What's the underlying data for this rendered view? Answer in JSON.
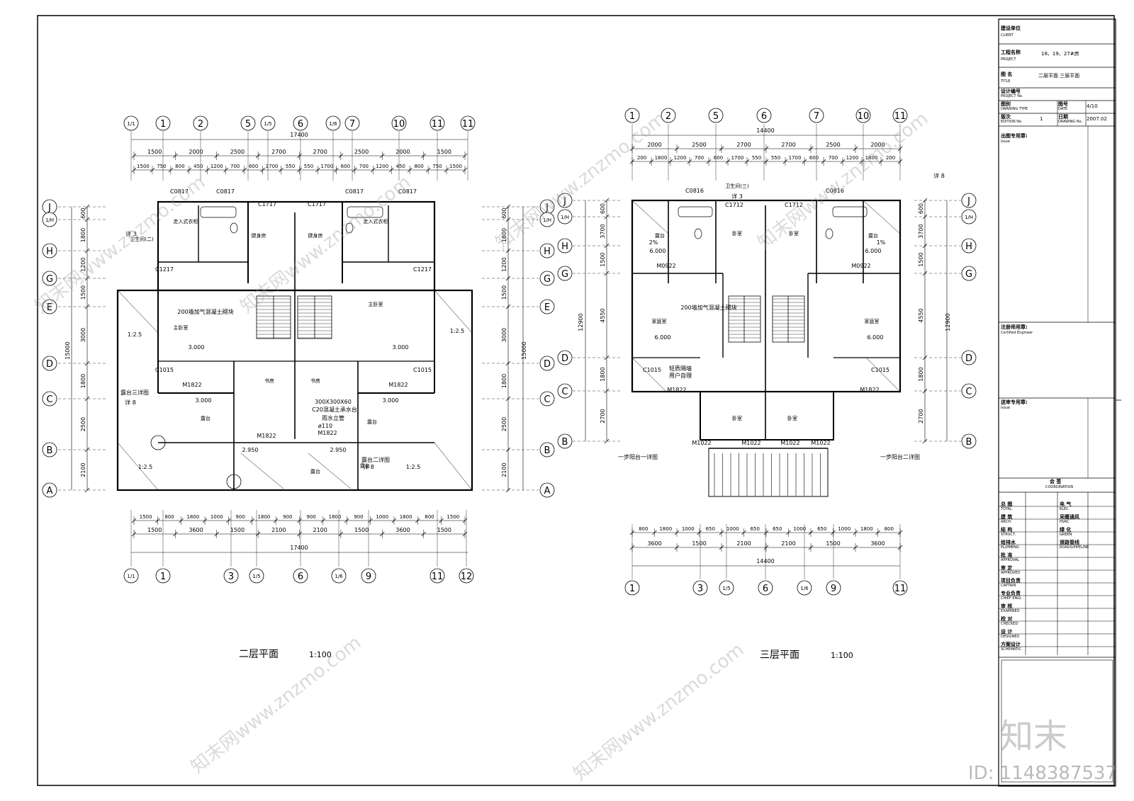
{
  "title_block": {
    "client_label": "建设单位",
    "client_sub": "CLIENT",
    "project_label": "工程名称",
    "project_sub": "PROJECT",
    "project_value": "18、19、27#房",
    "title_label": "图  名",
    "title_sub": "TITLE",
    "title_value": "二层平面  三层平面",
    "projno_label": "设计编号",
    "projno_sub": "PROJECT No.",
    "drawtype_label": "图别",
    "drawtype_sub": "DRAWING TYPE",
    "drawno_label": "图号",
    "drawno_sub": "DATE",
    "drawno_value": "4/10",
    "edition_label": "版次",
    "edition_sub": "EDITION No.",
    "edition_value": "1",
    "date_label": "日期",
    "date_sub": "DRAWING No.",
    "date_value": "2007.02",
    "issue_label": "出图专用章:",
    "issue_sub": "Issue",
    "engineer_label": "注册师用章:",
    "engineer_sub": "Certified Engineer",
    "issue2_label": "送审专用章:",
    "issue2_sub": "Issue",
    "coord_label": "会  签",
    "coord_sub": "COORDINATION",
    "sign_rows": [
      {
        "l": "总 图",
        "ls": "TOTAL",
        "r": "电 气",
        "rs": "ELEC."
      },
      {
        "l": "建 筑",
        "ls": "ARCH.",
        "r": "采暖通风",
        "rs": "HVAC"
      },
      {
        "l": "结 构",
        "ls": "STRUCT.",
        "r": "绿 化",
        "rs": "GREEN"
      },
      {
        "l": "给排水",
        "ls": "PLUMBING",
        "r": "道路管线",
        "rs": "ROADS/PIPELINE"
      },
      {
        "l": "批 准",
        "ls": "APPROVAL",
        "r": "",
        "rs": ""
      },
      {
        "l": "审 定",
        "ls": "APPROVED",
        "r": "",
        "rs": ""
      },
      {
        "l": "项目负责",
        "ls": "CAPTAIN",
        "r": "",
        "rs": ""
      },
      {
        "l": "专业负责",
        "ls": "CHIEF ENGI.",
        "r": "",
        "rs": ""
      },
      {
        "l": "审 核",
        "ls": "EXAMINED",
        "r": "",
        "rs": ""
      },
      {
        "l": "校 对",
        "ls": "CHECKED",
        "r": "",
        "rs": ""
      },
      {
        "l": "设 计",
        "ls": "DESIGNED",
        "r": "",
        "rs": ""
      },
      {
        "l": "方案设计",
        "ls": "SCHEMATIC",
        "r": "",
        "rs": ""
      }
    ]
  },
  "plan_left": {
    "caption": "二层平面",
    "scale": "1:100",
    "overall_dim": "17400",
    "top_axes": [
      "1/1",
      "1",
      "2",
      "5",
      "1/5",
      "6",
      "1/6",
      "7",
      "10",
      "11",
      "11"
    ],
    "top_dims_row1": [
      "1500",
      "2000",
      "2500",
      "2700",
      "2700",
      "2500",
      "2000",
      "1500"
    ],
    "top_dims_row2": [
      "1500",
      "750",
      "800",
      "450",
      "1200",
      "700",
      "600",
      "1700",
      "550",
      "550",
      "1700",
      "600",
      "700",
      "1200",
      "450",
      "800",
      "750",
      "1500"
    ],
    "bottom_axes": [
      "1/1",
      "1",
      "3",
      "1/5",
      "6",
      "1/6",
      "9",
      "11",
      "12"
    ],
    "bottom_dims_row1": [
      "1500",
      "800",
      "1800",
      "1000",
      "900",
      "1800",
      "900",
      "900",
      "1800",
      "900",
      "1000",
      "1800",
      "800",
      "1500"
    ],
    "bottom_dims_row2": [
      "1500",
      "3600",
      "1500",
      "2100",
      "2100",
      "1500",
      "3600",
      "1500"
    ],
    "left_axes": [
      "J",
      "1/H",
      "H",
      "G",
      "E",
      "D",
      "C",
      "B",
      "A"
    ],
    "right_axes": [
      "J",
      "1/H",
      "H",
      "G",
      "E",
      "D",
      "C",
      "B",
      "A"
    ],
    "side_dims": [
      "600",
      "1800",
      "1200",
      "1500",
      "3000",
      "1800",
      "2500",
      "2100"
    ],
    "total_height": "15000",
    "rooms": [
      "卫生间(二)",
      "走入式衣柜",
      "健身房",
      "健身房",
      "走入式衣柜",
      "主卧室",
      "主卧室",
      "书房",
      "书房",
      "露台",
      "露台",
      "露台",
      "露台"
    ],
    "labels": [
      "C0817",
      "C0817",
      "C1717",
      "C1717",
      "C0817",
      "C0817",
      "C1217",
      "C1217",
      "M1822",
      "M1822",
      "M1822",
      "M1822",
      "C1015",
      "C1015",
      "200墙加气混凝土砌块",
      "300X300X60",
      "C20混凝土承水台",
      "雨水立管",
      "ø110",
      "3.000",
      "3.000",
      "3.000",
      "3.000",
      "2.950",
      "2.950",
      "1:2.5",
      "1:2.5",
      "1:2.5",
      "1:2.5",
      "详 3",
      "详 8",
      "详 8",
      "露台三详图",
      "露台二详图"
    ]
  },
  "plan_right": {
    "caption": "三层平面",
    "scale": "1:100",
    "overall_dim": "14400",
    "top_axes": [
      "1",
      "2",
      "5",
      "6",
      "7",
      "10",
      "11"
    ],
    "top_dims_row1": [
      "2000",
      "2500",
      "2700",
      "2700",
      "2500",
      "2000"
    ],
    "top_dims_row2": [
      "200",
      "1800",
      "1200",
      "700",
      "600",
      "1700",
      "550",
      "550",
      "1700",
      "600",
      "700",
      "1200",
      "1800",
      "200"
    ],
    "bottom_axes": [
      "1",
      "3",
      "1/5",
      "6",
      "1/6",
      "9",
      "11"
    ],
    "bottom_dims_row1": [
      "800",
      "1800",
      "1000",
      "650",
      "1000",
      "650",
      "650",
      "1000",
      "650",
      "1000",
      "1800",
      "800"
    ],
    "bottom_dims_row2": [
      "3600",
      "1500",
      "2100",
      "2100",
      "1500",
      "3600"
    ],
    "left_axes": [
      "J",
      "1/H",
      "H",
      "G",
      "D",
      "C",
      "B"
    ],
    "right_axes": [
      "J",
      "1/H",
      "H",
      "G",
      "D",
      "C",
      "B"
    ],
    "side_dims": [
      "600",
      "3700",
      "1500",
      "4550",
      "1800",
      "2700"
    ],
    "total_height": "12900",
    "rooms": [
      "卫生间(三)",
      "卧室",
      "卧室",
      "家庭室",
      "家庭室",
      "卧室",
      "卧室",
      "露台",
      "露台"
    ],
    "labels": [
      "C0816",
      "C0816",
      "C1712",
      "C1712",
      "M0922",
      "M0922",
      "C1015",
      "C1015",
      "M1822",
      "M1822",
      "M1022",
      "M1022",
      "M1022",
      "M1022",
      "200墙加气混凝土砌块",
      "6.000",
      "6.000",
      "6.000",
      "6.000",
      "2%",
      "1%",
      "详 3",
      "详 8",
      "一步阳台一详图",
      "一步阳台二详图",
      "轻质隔墙",
      "用户自理"
    ]
  },
  "watermark": {
    "text": "知末网www.znzmo.com",
    "logo": "知末",
    "id": "ID: 1148387537"
  }
}
